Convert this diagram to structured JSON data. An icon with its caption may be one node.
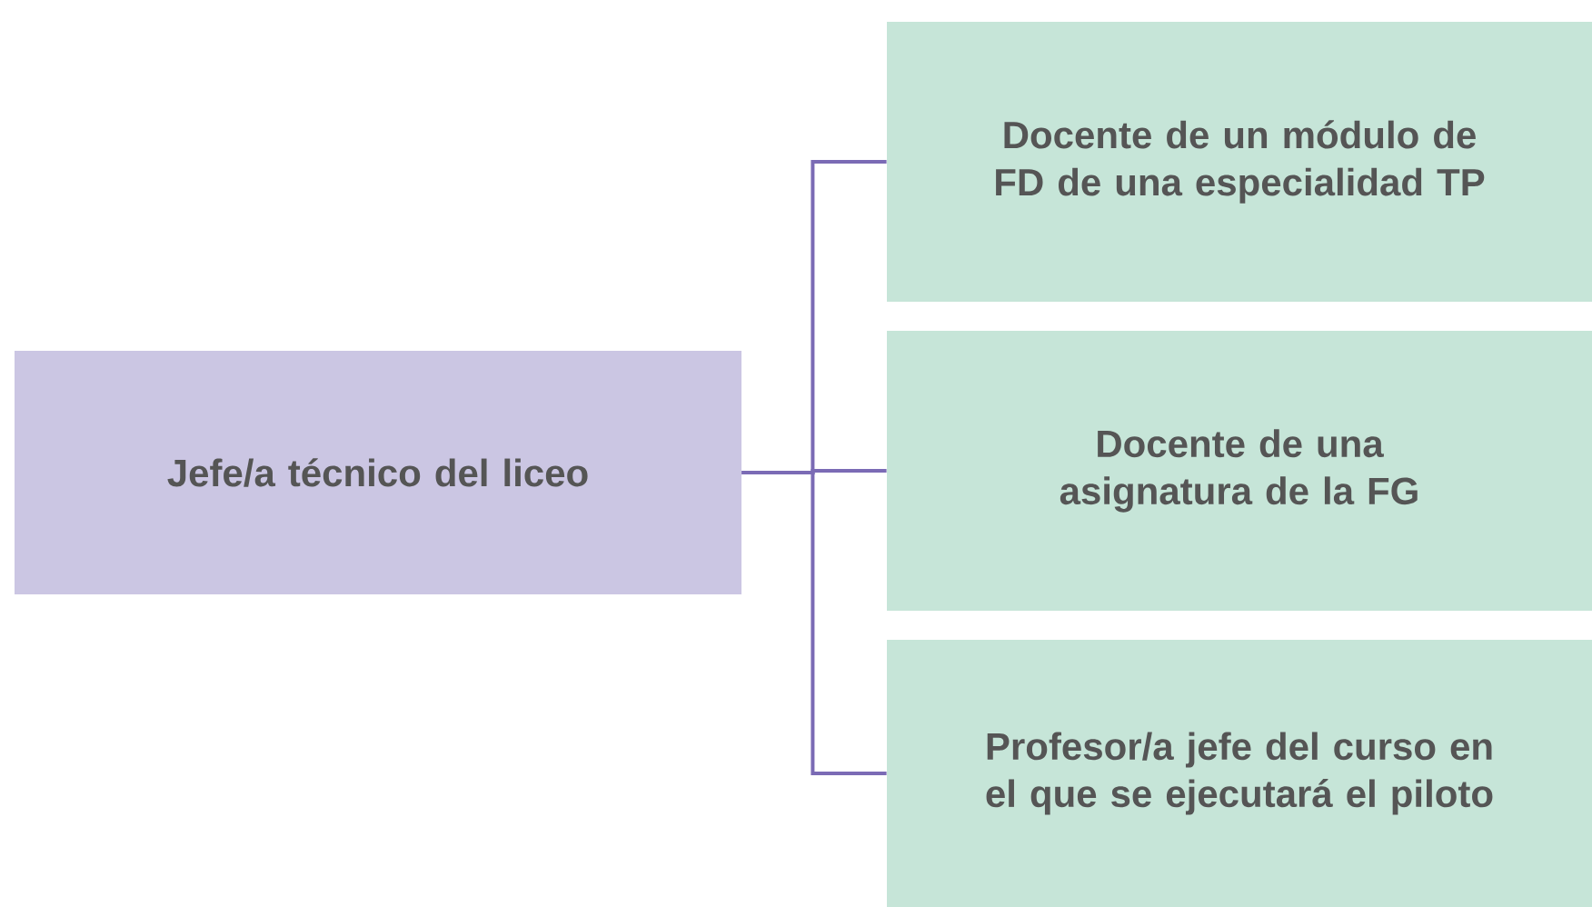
{
  "diagram": {
    "nodes": [
      {
        "text": [
          "Jefe/a técnico del liceo"
        ]
      },
      {
        "text": [
          "Docente de un módulo de FD de una especialidad TP"
        ]
      },
      {
        "text": [
          "Docente de una asignatura de la FG"
        ]
      },
      {
        "text": [
          "Profesor/a jefe del curso en el que se ejecutará el piloto"
        ]
      }
    ],
    "edges": [
      {
        "from": 0,
        "to": 1,
        "arrow": "none"
      },
      {
        "from": 0,
        "to": 2,
        "arrow": "none"
      },
      {
        "from": 0,
        "to": 3,
        "arrow": "none"
      }
    ]
  }
}
